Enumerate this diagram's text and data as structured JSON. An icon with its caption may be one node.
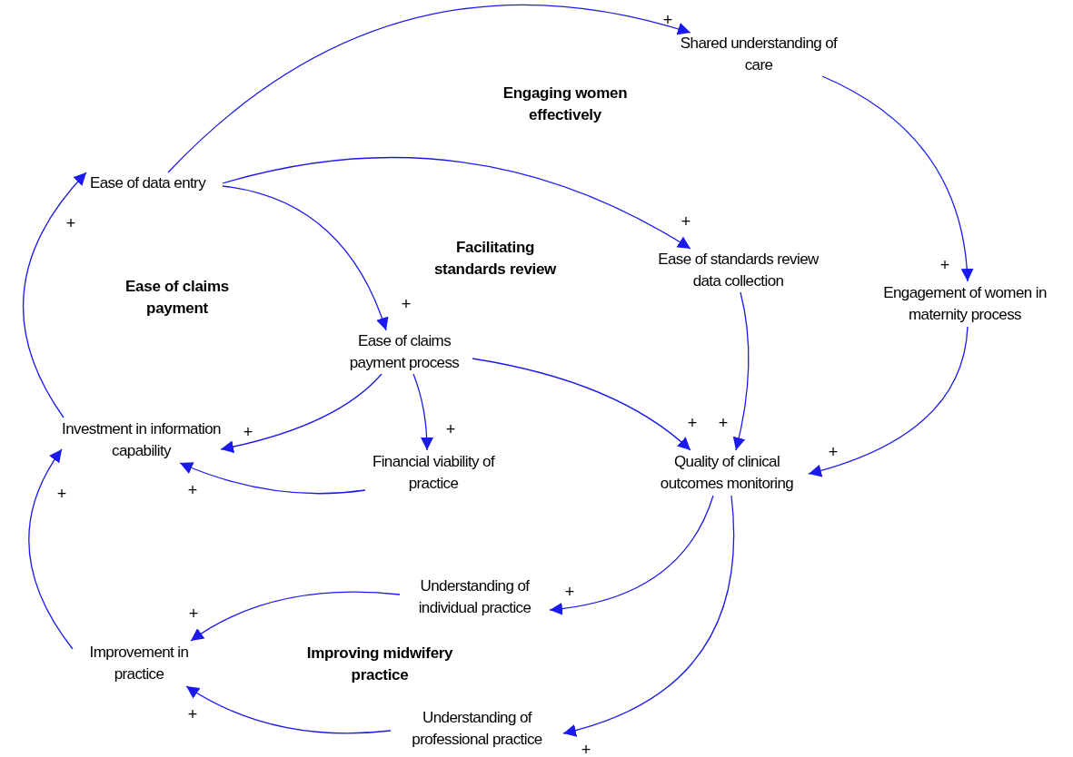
{
  "diagram": {
    "nodes": [
      {
        "text": [
          "Shared understanding of care"
        ]
      },
      {
        "text": [
          "Ease of data entry"
        ]
      },
      {
        "text": [
          "Ease of standards review data collection"
        ]
      },
      {
        "text": [
          "Engagement of women in maternity process"
        ]
      },
      {
        "text": [
          "Ease of claims payment process"
        ]
      },
      {
        "text": [
          "Investment in information capability"
        ]
      },
      {
        "text": [
          "Financial viability of practice"
        ]
      },
      {
        "text": [
          "Quality of clinical outcomes monitoring"
        ]
      },
      {
        "text": [
          "Understanding of individual practice"
        ]
      },
      {
        "text": [
          "Improvement in practice"
        ]
      },
      {
        "text": [
          "Understanding of professional practice"
        ]
      }
    ],
    "edges": [
      {
        "from": 1,
        "to": 0,
        "arrow": "to",
        "label": "+"
      },
      {
        "from": 0,
        "to": 3,
        "arrow": "to",
        "label": "+"
      },
      {
        "from": 1,
        "to": 2,
        "arrow": "to",
        "label": "+"
      },
      {
        "from": 1,
        "to": 4,
        "arrow": "to",
        "label": "+"
      },
      {
        "from": 4,
        "to": 5,
        "arrow": "to",
        "label": "+"
      },
      {
        "from": 4,
        "to": 6,
        "arrow": "to",
        "label": "+"
      },
      {
        "from": 4,
        "to": 7,
        "arrow": "to",
        "label": "+"
      },
      {
        "from": 2,
        "to": 7,
        "arrow": "to",
        "label": "+"
      },
      {
        "from": 3,
        "to": 7,
        "arrow": "to",
        "label": "+"
      },
      {
        "from": 6,
        "to": 5,
        "arrow": "to",
        "label": "+"
      },
      {
        "from": 5,
        "to": 1,
        "arrow": "to",
        "label": "+"
      },
      {
        "from": 7,
        "to": 8,
        "arrow": "to",
        "label": "+"
      },
      {
        "from": 7,
        "to": 10,
        "arrow": "to",
        "label": "+"
      },
      {
        "from": 8,
        "to": 9,
        "arrow": "to",
        "label": "+"
      },
      {
        "from": 10,
        "to": 9,
        "arrow": "to",
        "label": "+"
      },
      {
        "from": 9,
        "to": 5,
        "arrow": "to",
        "label": "+"
      }
    ],
    "labels": [
      "Engaging women effectively",
      "Facilitating standards review",
      "Ease of claims payment",
      "Improving midwifery practice"
    ]
  }
}
